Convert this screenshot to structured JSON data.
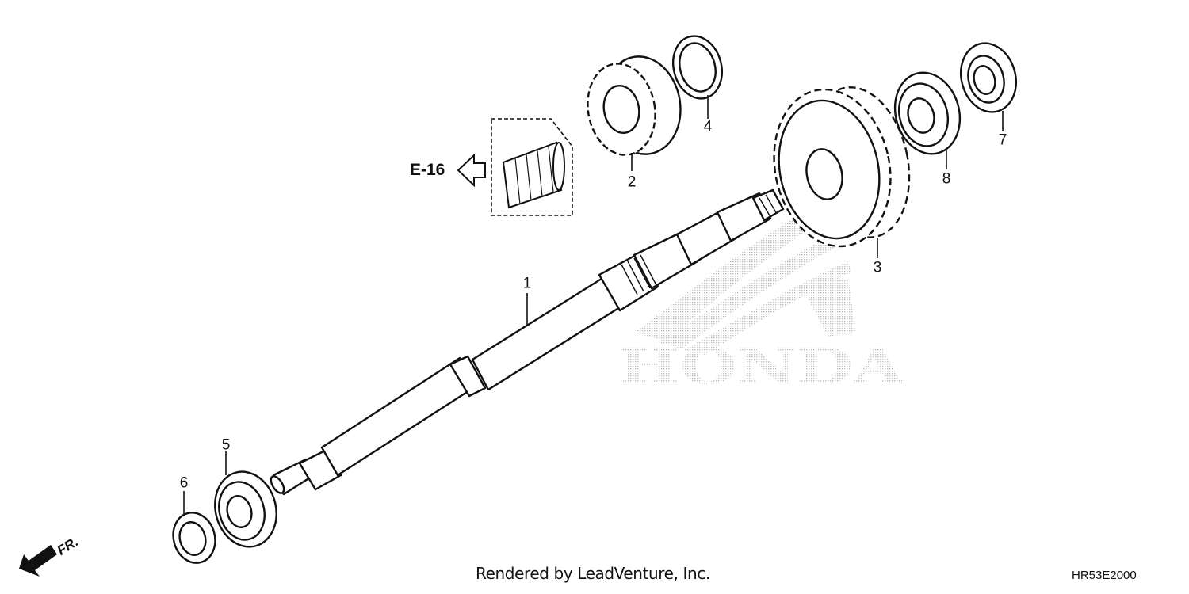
{
  "callouts": {
    "c1": "1",
    "c2": "2",
    "c3": "3",
    "c4": "4",
    "c5": "5",
    "c6": "6",
    "c7": "7",
    "c8": "8"
  },
  "reference_label": "E-16",
  "front_label": "FR.",
  "watermark_text": "HONDA",
  "credit": "Rendered by LeadVenture, Inc.",
  "diagram_code": "HR53E2000",
  "colors": {
    "line": "#111111",
    "watermark": "#c8c8c8"
  }
}
